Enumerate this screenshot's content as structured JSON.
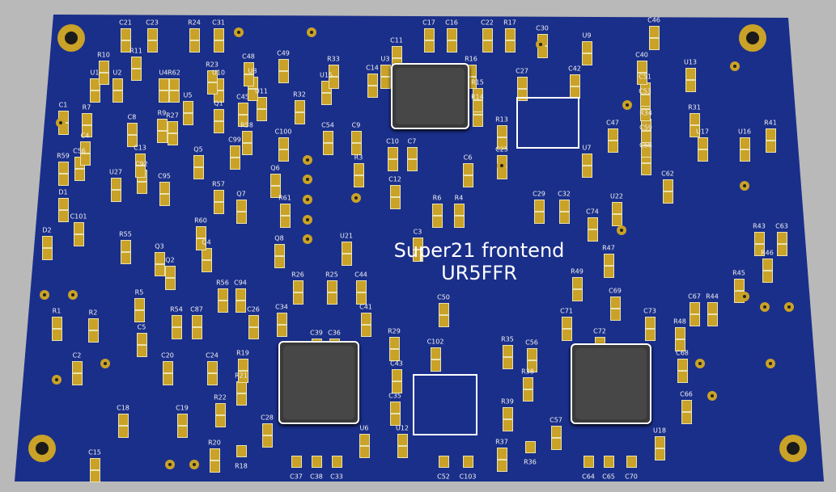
{
  "board": {
    "title_line1": "Super21 frontend",
    "title_line2": "UR5FFR",
    "colors": {
      "soldermask": "#1a2f8a",
      "copper": "#c9a227",
      "silkscreen": "#f2f2f2",
      "background": "#b9b9b9"
    }
  },
  "labels": [
    "C21",
    "C23",
    "R24",
    "C31",
    "R10",
    "R11",
    "R62",
    "R23",
    "C48",
    "C49",
    "R33",
    "U1",
    "U2",
    "U4",
    "U10",
    "U8",
    "U15",
    "C14",
    "U3",
    "C11",
    "C17",
    "C16",
    "C22",
    "R17",
    "C30",
    "U9",
    "C46",
    "C40",
    "U13",
    "C1",
    "R7",
    "C8",
    "R9",
    "R27",
    "U5",
    "Q1",
    "C45",
    "R32",
    "U11",
    "C54",
    "C9",
    "R16",
    "R15",
    "R14",
    "R13",
    "C25",
    "C27",
    "C42",
    "U7",
    "C47",
    "R31",
    "C51",
    "C53",
    "R34",
    "C59",
    "C58",
    "C62",
    "U17",
    "U16",
    "R41",
    "C4",
    "C13",
    "C56",
    "R59",
    "U27",
    "C92",
    "C95",
    "C99",
    "R58",
    "C100",
    "Q5",
    "Q6",
    "R57",
    "Q7",
    "R61",
    "R60",
    "Q8",
    "Q3",
    "Q2",
    "Q4",
    "R55",
    "C101",
    "D1",
    "D2",
    "C10",
    "C7",
    "C12",
    "R6",
    "R4",
    "C6",
    "R3",
    "C3",
    "U21",
    "C29",
    "C32",
    "U22",
    "C74",
    "R47",
    "R49",
    "C69",
    "C71",
    "C73",
    "R43",
    "C63",
    "R46",
    "R45",
    "C67",
    "R44",
    "R48",
    "C68",
    "C66",
    "R26",
    "R25",
    "C44",
    "C34",
    "C41",
    "C39",
    "C36",
    "R29",
    "C43",
    "C35",
    "C50",
    "C102",
    "R35",
    "C56",
    "R38",
    "R39",
    "C57",
    "R37",
    "R36",
    "U12",
    "C52",
    "C103",
    "C64",
    "C65",
    "C70",
    "U18",
    "C72",
    "U6",
    "C37",
    "C38",
    "C33",
    "R1",
    "R2",
    "R5",
    "C2",
    "C5",
    "C20",
    "C24",
    "C26",
    "R19",
    "R21",
    "R22",
    "C28",
    "R20",
    "R18",
    "C18",
    "C19",
    "C15",
    "R56",
    "C94",
    "R54",
    "C87"
  ]
}
